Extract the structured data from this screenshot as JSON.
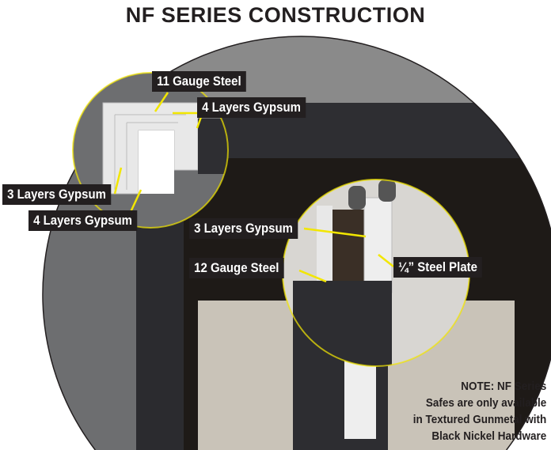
{
  "title": "NF SERIES CONSTRUCTION",
  "labels": {
    "top_steel": "11 Gauge Steel",
    "top_gypsum": "4 Layers Gypsum",
    "left_gypsum_3": "3 Layers Gypsum",
    "left_gypsum_4": "4 Layers Gypsum",
    "door_gypsum_3": "3 Layers Gypsum",
    "door_steel": "12 Gauge Steel",
    "door_plate": "¼” Steel Plate"
  },
  "note": [
    "NOTE: NF Series",
    "Safes are only available",
    "in Textured Gunmetal with",
    "Black Nickel Hardware"
  ],
  "colors": {
    "callout_line": "#f2e600",
    "label_bg": "#231f20",
    "safe_body": "#3a3a3e"
  }
}
